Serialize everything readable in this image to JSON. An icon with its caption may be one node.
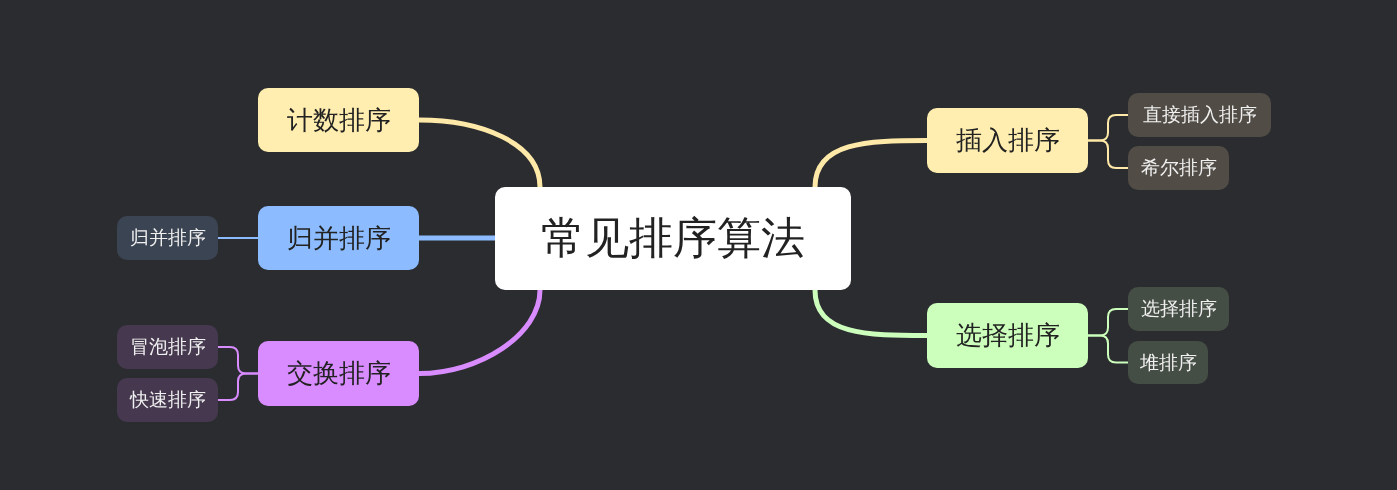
{
  "diagram": {
    "nodes": [
      {
        "text": [
          "常见排序算法"
        ]
      },
      {
        "text": [
          "计数排序"
        ]
      },
      {
        "text": [
          "归并排序"
        ]
      },
      {
        "text": [
          "归并排序"
        ]
      },
      {
        "text": [
          "交换排序"
        ]
      },
      {
        "text": [
          "冒泡排序"
        ]
      },
      {
        "text": [
          "快速排序"
        ]
      },
      {
        "text": [
          "插入排序"
        ]
      },
      {
        "text": [
          "直接插入排序"
        ]
      },
      {
        "text": [
          "希尔排序"
        ]
      },
      {
        "text": [
          "选择排序"
        ]
      },
      {
        "text": [
          "选择排序"
        ]
      },
      {
        "text": [
          "堆排序"
        ]
      }
    ],
    "edges": [
      {
        "from": 0,
        "to": 1,
        "arrow": "none",
        "style": "thick",
        "color": "#ffe9a8"
      },
      {
        "from": 0,
        "to": 2,
        "arrow": "none",
        "style": "thick",
        "color": "#8cbcff"
      },
      {
        "from": 2,
        "to": 3,
        "arrow": "none",
        "color": "#8cbcff"
      },
      {
        "from": 0,
        "to": 4,
        "arrow": "none",
        "style": "thick",
        "color": "#d98cff"
      },
      {
        "from": 4,
        "to": 5,
        "arrow": "none",
        "color": "#d98cff"
      },
      {
        "from": 4,
        "to": 6,
        "arrow": "none",
        "color": "#d98cff"
      },
      {
        "from": 0,
        "to": 7,
        "arrow": "none",
        "style": "thick",
        "color": "#ffe9a8"
      },
      {
        "from": 7,
        "to": 8,
        "arrow": "none",
        "color": "#ffe9a8"
      },
      {
        "from": 7,
        "to": 9,
        "arrow": "none",
        "color": "#ffe9a8"
      },
      {
        "from": 0,
        "to": 10,
        "arrow": "none",
        "style": "thick",
        "color": "#ccffbb"
      },
      {
        "from": 10,
        "to": 11,
        "arrow": "none",
        "color": "#ccffbb"
      },
      {
        "from": 10,
        "to": 12,
        "arrow": "none",
        "color": "#ccffbb"
      }
    ]
  }
}
